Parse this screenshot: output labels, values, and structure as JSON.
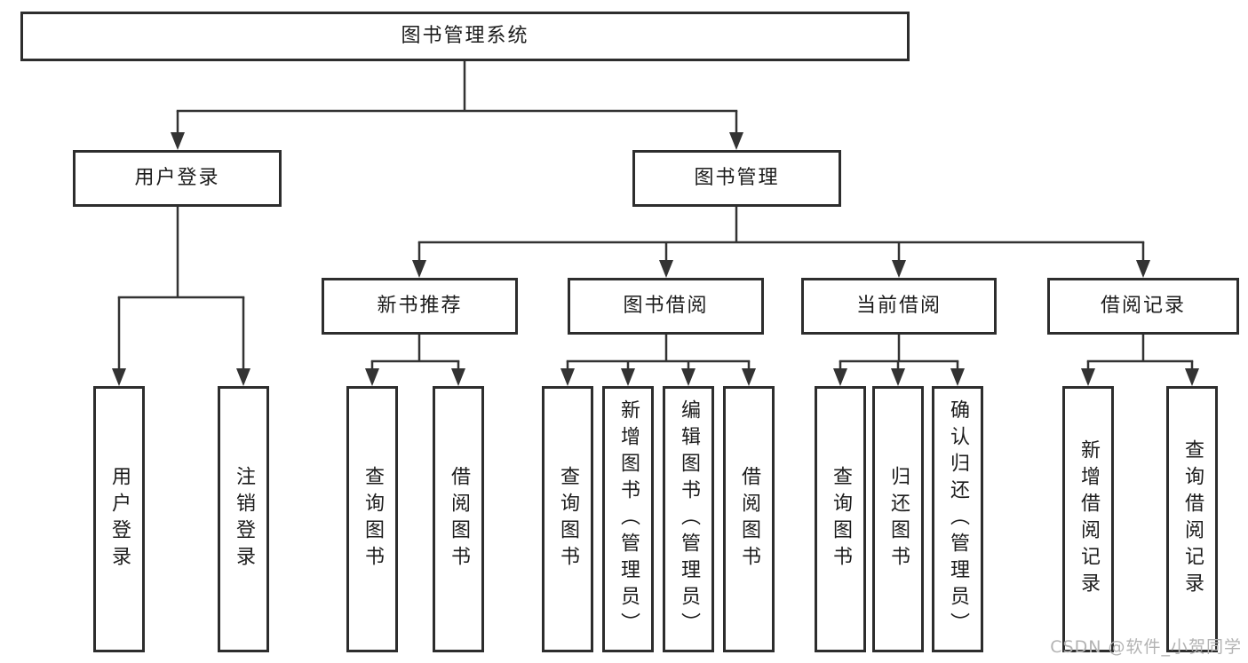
{
  "tree": {
    "label": "图书管理系统",
    "children": [
      {
        "label": "用户登录",
        "children": [
          {
            "label": "用户登录"
          },
          {
            "label": "注销登录"
          }
        ]
      },
      {
        "label": "图书管理",
        "children": [
          {
            "label": "新书推荐",
            "children": [
              {
                "label": "查询图书"
              },
              {
                "label": "借阅图书"
              }
            ]
          },
          {
            "label": "图书借阅",
            "children": [
              {
                "label": "查询图书"
              },
              {
                "label": "新增图书（管理员）"
              },
              {
                "label": "编辑图书（管理员）"
              },
              {
                "label": "借阅图书"
              }
            ]
          },
          {
            "label": "当前借阅",
            "children": [
              {
                "label": "查询图书"
              },
              {
                "label": "归还图书"
              },
              {
                "label": "确认归还（管理员）"
              }
            ]
          },
          {
            "label": "借阅记录",
            "children": [
              {
                "label": "新增借阅记录"
              },
              {
                "label": "查询借阅记录"
              }
            ]
          }
        ]
      }
    ]
  },
  "watermark": {
    "text": "CSDN @软件_小贺同学"
  },
  "colors": {
    "line": "#333333",
    "box_border": "#2d2d2d",
    "text": "#1c1c1c",
    "background": "#ffffff",
    "watermark": "#b3b3b3"
  }
}
